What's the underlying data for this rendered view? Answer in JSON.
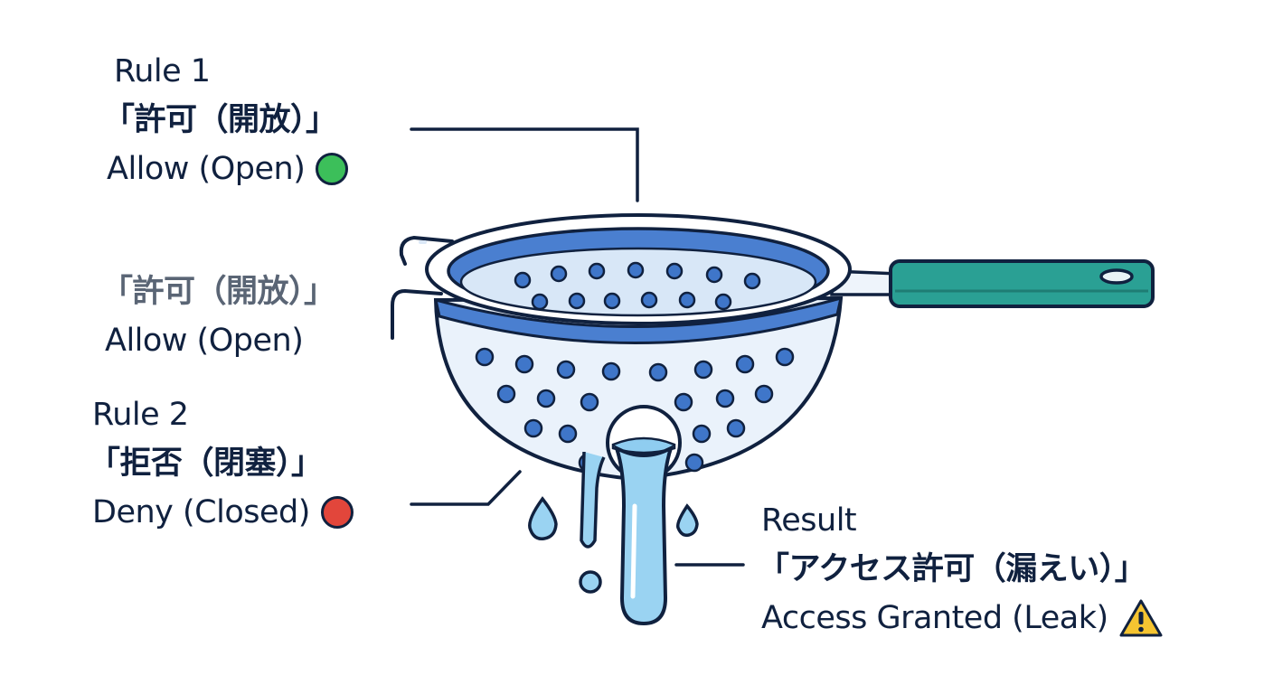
{
  "rule1": {
    "title": "Rule 1",
    "jp": "「許可（開放）」",
    "en": "Allow (Open)",
    "status_color": "#3cbf5a",
    "status": "green-dot"
  },
  "faded_label": {
    "jp": "「許可（開放）」",
    "en": "Allow (Open)"
  },
  "rule2": {
    "title": "Rule 2",
    "jp": "「拒否（閉塞）」",
    "en": "Deny (Closed)",
    "status_color": "#e2463b",
    "status": "red-dot"
  },
  "result": {
    "title": "Result",
    "jp": "「アクセス許可（漏えい）」",
    "en": "Access Granted (Leak)",
    "icon": "warning-icon",
    "icon_color": "#f5c431"
  },
  "colors": {
    "ink": "#10213f",
    "strainer_blue": "#3f76c9",
    "strainer_light": "#dbe8f7",
    "handle_teal": "#2aa094",
    "water": "#8fcdf0"
  }
}
